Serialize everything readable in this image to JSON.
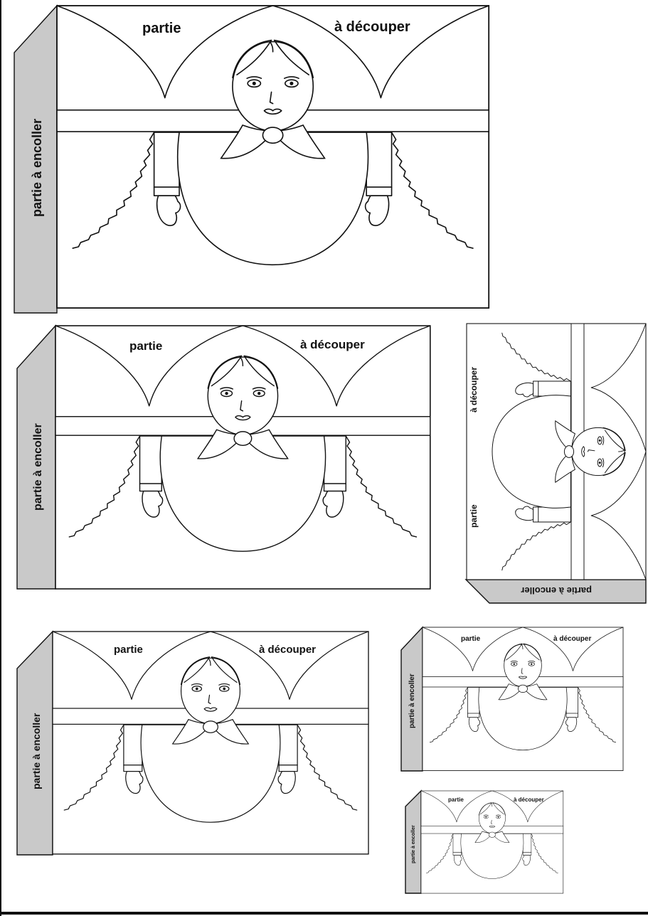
{
  "sheet": {
    "cut_left_label": "partie",
    "cut_right_label": "à découper",
    "glue_label": "partie à encoller",
    "rotated_cut_top_label": "à découper",
    "rotated_cut_bottom_label": "partie"
  },
  "colors": {
    "outline": "#111111",
    "glue_tab": "#c9c9c9",
    "background": "#ffffff"
  },
  "templates": [
    {
      "name": "template-large",
      "rotation": 0
    },
    {
      "name": "template-medium-1",
      "rotation": 0
    },
    {
      "name": "template-rotated",
      "rotation": 90
    },
    {
      "name": "template-medium-2",
      "rotation": 0
    },
    {
      "name": "template-small",
      "rotation": 0
    },
    {
      "name": "template-smallest",
      "rotation": 0
    }
  ]
}
